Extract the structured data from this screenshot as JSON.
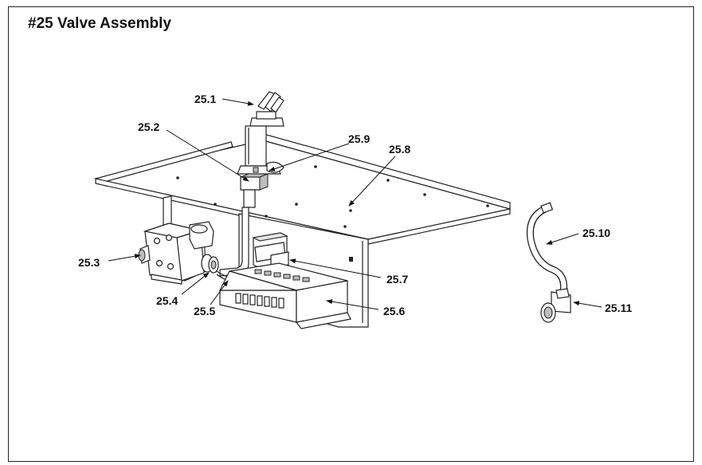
{
  "title": "#25 Valve Assembly",
  "callouts": {
    "p25_1": "25.1",
    "p25_2": "25.2",
    "p25_3": "25.3",
    "p25_4": "25.4",
    "p25_5": "25.5",
    "p25_6": "25.6",
    "p25_7": "25.7",
    "p25_8": "25.8",
    "p25_9": "25.9",
    "p25_10": "25.10",
    "p25_11": "25.11"
  }
}
